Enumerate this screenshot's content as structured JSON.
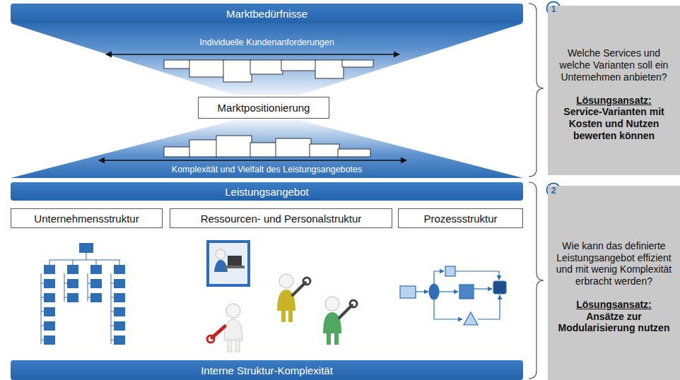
{
  "diagram": {
    "nodes": [
      {
        "text": [
          "Marktbedürfnisse"
        ]
      },
      {
        "text": [
          "Individuelle Kundenanforderungen"
        ]
      },
      {
        "text": [
          "Marktpositionierung"
        ]
      },
      {
        "text": [
          "Komplexität und Vielfalt des Leistungsangebotes"
        ]
      },
      {
        "text": [
          "Leistungsangebot"
        ]
      },
      {
        "text": [
          "Unternehmensstruktur"
        ]
      },
      {
        "text": [
          "Ressourcen- und Personalstruktur"
        ]
      },
      {
        "text": [
          "Prozessstruktur"
        ]
      },
      {
        "text": [
          "Interne Struktur-Komplexität"
        ]
      },
      {
        "text": [
          "1"
        ]
      },
      {
        "text": [
          "Welche Services und welche Varianten soll ein Unternehmen anbieten?",
          "Lösungsansatz:",
          "Service-Varianten mit Kosten und Nutzen bewerten können"
        ]
      },
      {
        "text": [
          "2"
        ]
      },
      {
        "text": [
          "Wie kann das definierte Leistungsangebot effizient und mit wenig Komplexität erbracht werden?",
          "Lösungsansatz:",
          "Ansätze zur Modularisierung nutzen"
        ]
      }
    ]
  }
}
